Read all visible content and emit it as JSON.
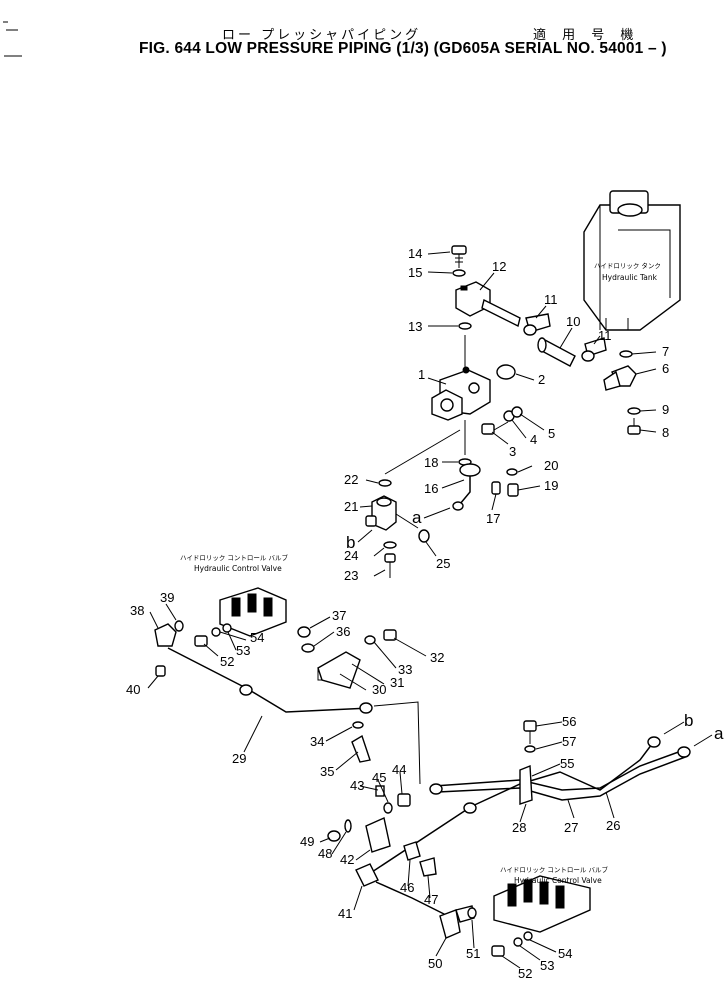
{
  "header": {
    "jp_title": "ロー プレッシャパイピング",
    "jp_serial": "適 用 号 機",
    "fig_title": "FIG. 644  LOW PRESSURE PIPING (1/3) (GD605A SERIAL NO. 54001 – )"
  },
  "labels": {
    "tank_jp": "ハイドロリック タンク",
    "tank_en": "Hydraulic Tank",
    "valve_upper_jp": "ハイドロリック コントロール バルブ",
    "valve_upper_en": "Hydraulic Control Valve",
    "valve_lower_jp": "ハイドロリック コントロール バルブ",
    "valve_lower_en": "Hydraulic Control Valve"
  },
  "connections": {
    "a": "a",
    "b": "b"
  },
  "callouts": {
    "p1": "1",
    "p2": "2",
    "p3": "3",
    "p4": "4",
    "p5": "5",
    "p6": "6",
    "p7": "7",
    "p8": "8",
    "p9": "9",
    "p10": "10",
    "p11a": "11",
    "p11b": "11",
    "p12": "12",
    "p13": "13",
    "p14": "14",
    "p15": "15",
    "p16": "16",
    "p17": "17",
    "p18": "18",
    "p19": "19",
    "p20": "20",
    "p21": "21",
    "p22": "22",
    "p23": "23",
    "p24": "24",
    "p25": "25",
    "p26": "26",
    "p27": "27",
    "p28": "28",
    "p29": "29",
    "p30": "30",
    "p31": "31",
    "p32": "32",
    "p33": "33",
    "p34": "34",
    "p35": "35",
    "p36": "36",
    "p37": "37",
    "p38": "38",
    "p39": "39",
    "p40": "40",
    "p41": "41",
    "p42": "42",
    "p43": "43",
    "p44": "44",
    "p45": "45",
    "p46": "46",
    "p47": "47",
    "p48": "48",
    "p49": "49",
    "p50": "50",
    "p51": "51",
    "p52a": "52",
    "p53a": "53",
    "p54a": "54",
    "p52b": "52",
    "p53b": "53",
    "p54b": "54",
    "p55": "55",
    "p56": "56",
    "p57": "57"
  }
}
